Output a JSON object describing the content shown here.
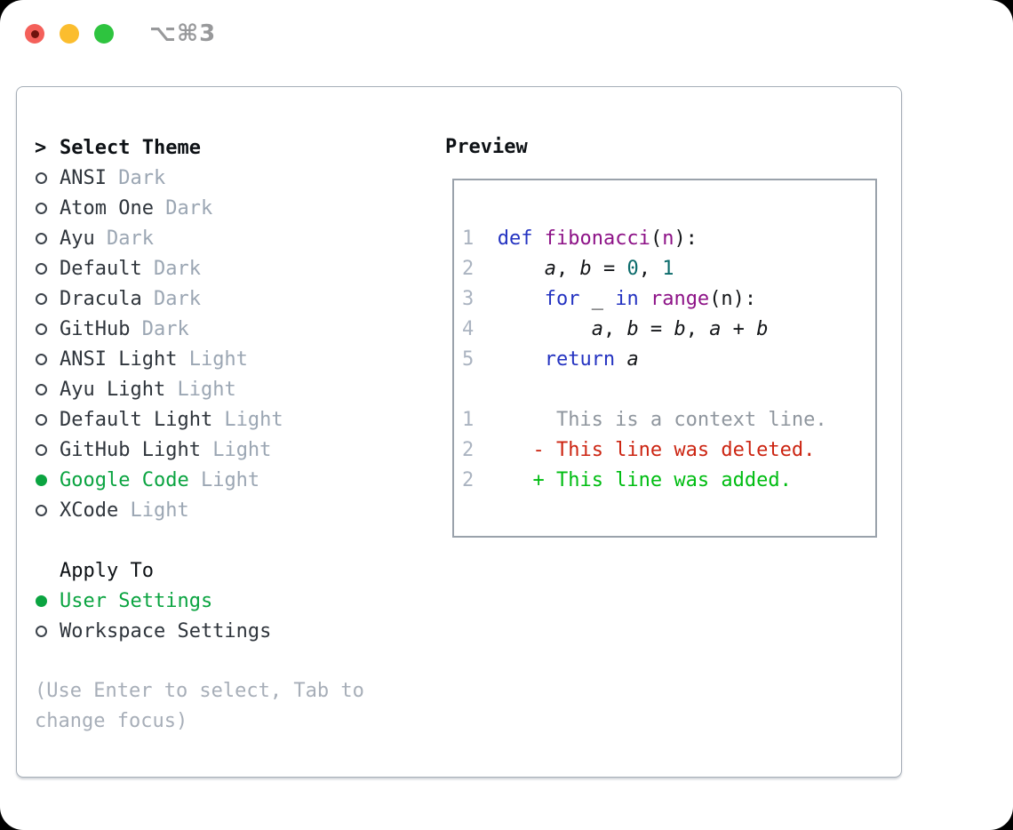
{
  "window": {
    "shortcut_label": "⌥⌘3"
  },
  "colors": {
    "accent_green": "#0ba441",
    "added_green": "#00bd12",
    "deleted_red": "#cc2512",
    "keyword_blue": "#2433c1",
    "function_magenta": "#8d1287",
    "number_teal": "#0b6b6b",
    "line_number_gray": "#aab3c0",
    "secondary_gray": "#9ba6b3",
    "context_gray": "#8f969e"
  },
  "theme_picker": {
    "cursor_glyph": ">",
    "title": "Select Theme",
    "items": [
      {
        "name": "ANSI",
        "variant": "Dark",
        "selected": false
      },
      {
        "name": "Atom One",
        "variant": "Dark",
        "selected": false
      },
      {
        "name": "Ayu",
        "variant": "Dark",
        "selected": false
      },
      {
        "name": "Default",
        "variant": "Dark",
        "selected": false
      },
      {
        "name": "Dracula",
        "variant": "Dark",
        "selected": false
      },
      {
        "name": "GitHub",
        "variant": "Dark",
        "selected": false
      },
      {
        "name": "ANSI Light",
        "variant": "Light",
        "selected": false
      },
      {
        "name": "Ayu Light",
        "variant": "Light",
        "selected": false
      },
      {
        "name": "Default Light",
        "variant": "Light",
        "selected": false
      },
      {
        "name": "GitHub Light",
        "variant": "Light",
        "selected": false
      },
      {
        "name": "Google Code",
        "variant": "Light",
        "selected": true
      },
      {
        "name": "XCode",
        "variant": "Light",
        "selected": false
      }
    ],
    "apply_to": {
      "title": "Apply To",
      "options": [
        {
          "label": "User Settings",
          "selected": true
        },
        {
          "label": "Workspace Settings",
          "selected": false
        }
      ]
    },
    "help_text": "(Use Enter to select, Tab to change focus)"
  },
  "preview": {
    "title": "Preview",
    "lines": [
      {
        "num": "1",
        "segments": [
          {
            "t": "def",
            "c": "kw"
          },
          {
            "t": " ",
            "c": "pl"
          },
          {
            "t": "fibonacci",
            "c": "fn"
          },
          {
            "t": "(",
            "c": "pl"
          },
          {
            "t": "n",
            "c": "fn"
          },
          {
            "t": "):",
            "c": "pl"
          }
        ]
      },
      {
        "num": "2",
        "segments": [
          {
            "t": "    ",
            "c": "pl"
          },
          {
            "t": "a",
            "c": "var"
          },
          {
            "t": ", ",
            "c": "pl"
          },
          {
            "t": "b",
            "c": "var"
          },
          {
            "t": " = ",
            "c": "pl"
          },
          {
            "t": "0",
            "c": "num"
          },
          {
            "t": ", ",
            "c": "pl"
          },
          {
            "t": "1",
            "c": "num"
          }
        ]
      },
      {
        "num": "3",
        "segments": [
          {
            "t": "    ",
            "c": "pl"
          },
          {
            "t": "for",
            "c": "kw"
          },
          {
            "t": " _ ",
            "c": "pl"
          },
          {
            "t": "in",
            "c": "kw"
          },
          {
            "t": " ",
            "c": "pl"
          },
          {
            "t": "range",
            "c": "fn"
          },
          {
            "t": "(n):",
            "c": "pl"
          }
        ]
      },
      {
        "num": "4",
        "segments": [
          {
            "t": "        ",
            "c": "pl"
          },
          {
            "t": "a",
            "c": "var"
          },
          {
            "t": ", ",
            "c": "pl"
          },
          {
            "t": "b",
            "c": "var"
          },
          {
            "t": " = ",
            "c": "pl"
          },
          {
            "t": "b",
            "c": "var"
          },
          {
            "t": ", ",
            "c": "pl"
          },
          {
            "t": "a",
            "c": "var"
          },
          {
            "t": " + ",
            "c": "pl"
          },
          {
            "t": "b",
            "c": "var"
          }
        ]
      },
      {
        "num": "5",
        "segments": [
          {
            "t": "    ",
            "c": "pl"
          },
          {
            "t": "return",
            "c": "kw"
          },
          {
            "t": " ",
            "c": "pl"
          },
          {
            "t": "a",
            "c": "var"
          }
        ]
      },
      {
        "num": "",
        "segments": []
      },
      {
        "num": "1",
        "segments": [
          {
            "t": "     This is a context line.",
            "c": "ctx"
          }
        ]
      },
      {
        "num": "2",
        "segments": [
          {
            "t": "   ",
            "c": "pl"
          },
          {
            "t": "- This line was deleted.",
            "c": "del"
          }
        ]
      },
      {
        "num": "2",
        "segments": [
          {
            "t": "   ",
            "c": "pl"
          },
          {
            "t": "+ This line was added.",
            "c": "add"
          }
        ]
      }
    ]
  }
}
